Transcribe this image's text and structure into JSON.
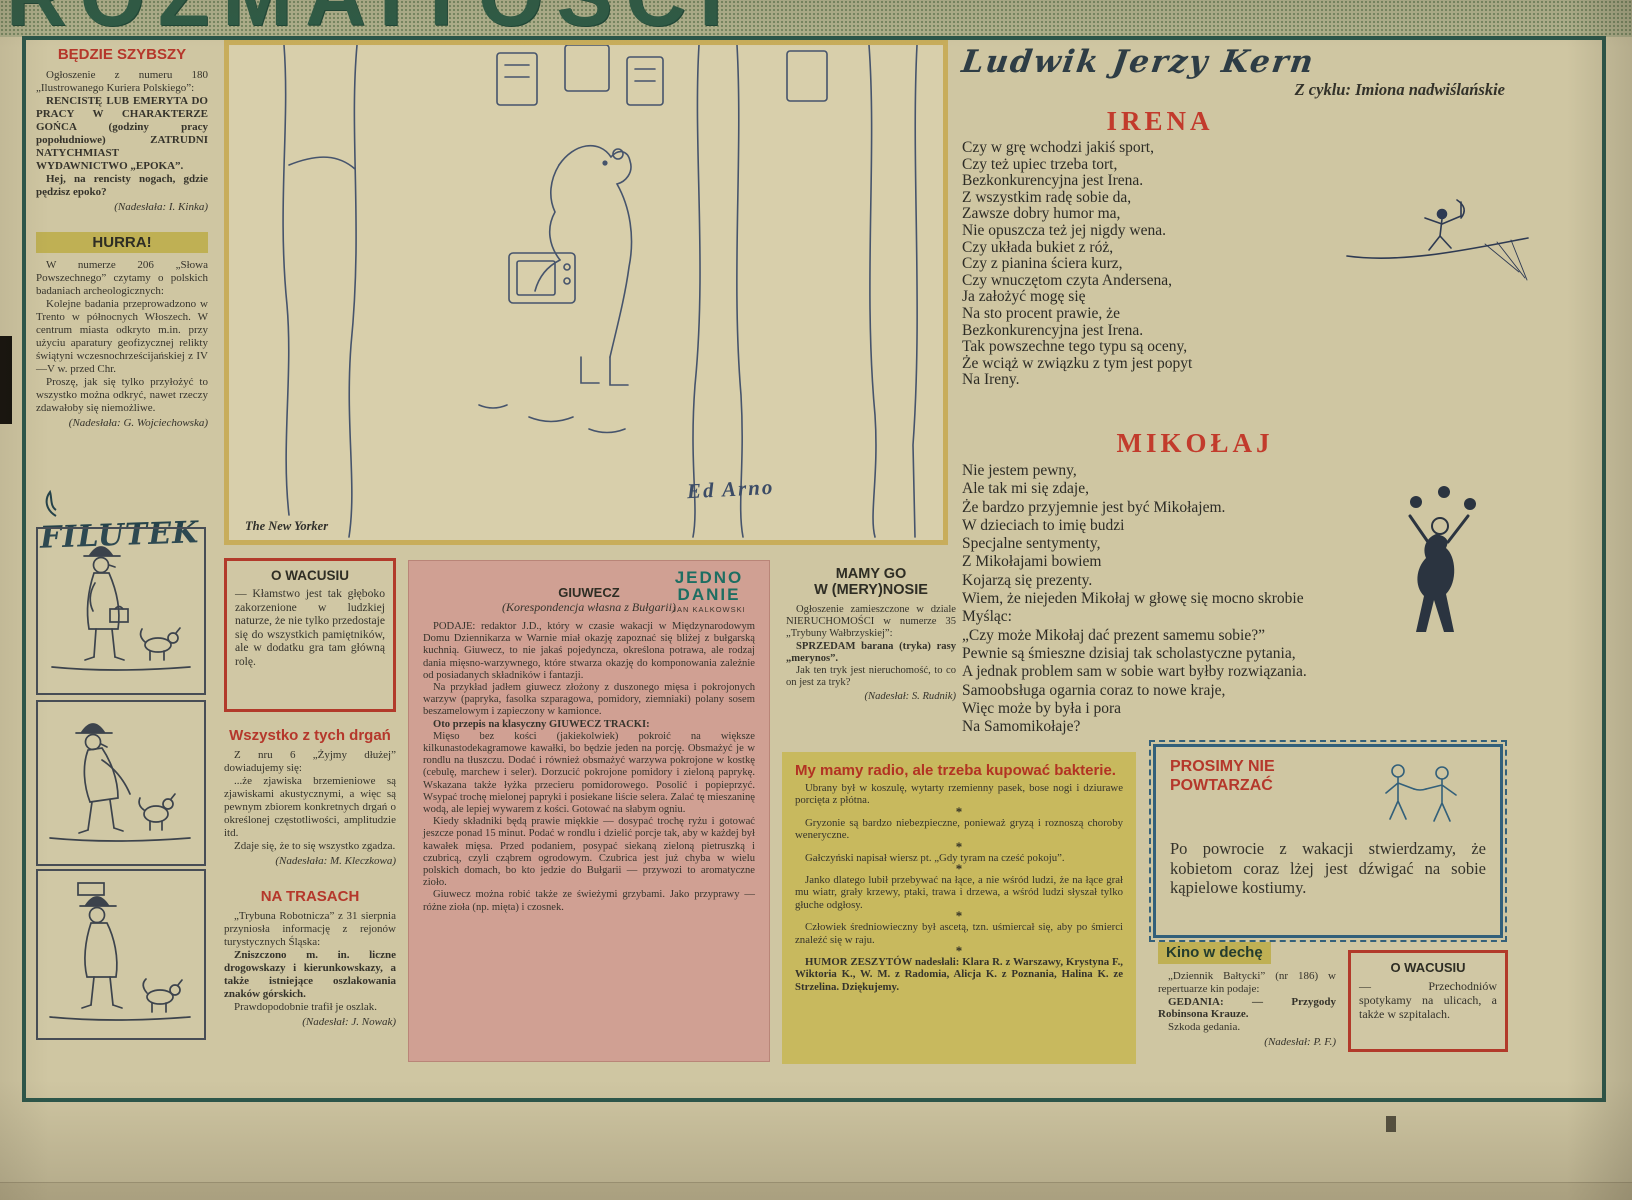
{
  "masthead": {
    "title": "ROZMAITOŚCI"
  },
  "left": {
    "bedzie": {
      "title": "BĘDZIE SZYBSZY",
      "p1": "Ogłoszenie z numeru 180 „Ilustrowanego Kuriera Polskiego”:",
      "p2": "RENCISTĘ LUB EMERYTA DO PRACY W CHARAKTERZE GOŃCA (godziny pracy popołudniowe) ZATRUDNI NATYCHMIAST WYDAWNICTWO „EPOKA”.",
      "p3": "Hej, na rencisty nogach, gdzie pędzisz epoko?",
      "credit": "(Nadesłała: I. Kinka)"
    },
    "hurra": {
      "title": "HURRA!",
      "p1": "W numerze 206 „Słowa Powszechnego” czytamy o polskich badaniach archeologicznych:",
      "p2": "Kolejne badania przeprowadzono w Trento w północnych Włoszech. W centrum miasta odkryto m.in. przy użyciu aparatury geofizycznej relikty świątyni wczesnochrześcijańskiej z IV—V w. przed Chr.",
      "p3": "Proszę, jak się tylko przyłożyć to wszystko można odkryć, nawet rzeczy zdawałoby się niemożliwe.",
      "credit": "(Nadesłała: G. Wojciechowska)"
    },
    "filutek": {
      "title": "FILUTEK"
    }
  },
  "cartoon": {
    "caption": "The New Yorker",
    "signature": "Ed Arno"
  },
  "wacusiu1": {
    "title": "O WACUSIU",
    "body": "— Kłamstwo jest tak głęboko zakorzenione w ludzkiej naturze, że nie tylko przedostaje się do wszystkich pamiętników, ale w dodatku gra tam główną rolę."
  },
  "drgania": {
    "title": "Wszystko z tych drgań",
    "p1": "Z nru 6 „Żyjmy dłużej” dowiadujemy się:",
    "p2": "...że zjawiska brzemieniowe są zjawiskami akustycznymi, a więc są pewnym zbiorem konkretnych drgań o określonej częstotliwości, amplitudzie itd.",
    "p3": "Zdaje się, że to się wszystko zgadza.",
    "credit": "(Nadesłała: M. Kleczkowa)"
  },
  "trasy": {
    "title": "NA TRASACH",
    "p1": "„Trybuna Robotnicza” z 31 sierpnia przyniosła informację z rejonów turystycznych Śląska:",
    "p2": "Zniszczono m. in. liczne drogowskazy i kierunkowskazy, a także istniejące oszlakowania znaków górskich.",
    "p3": "Prawdopodobnie trafił je oszlak.",
    "credit": "(Nadesłał: J. Nowak)"
  },
  "giuwecz": {
    "logo_line1": "JEDNO",
    "logo_line2": "DANIE",
    "logo_author": "JAN KALKOWSKI",
    "title": "GIUWECZ",
    "subtitle": "(Korespondencja własna z Bułgarii)",
    "paragraphs": [
      "PODAJE: redaktor J.D., który w czasie wakacji w Międzynarodowym Domu Dziennikarza w Warnie miał okazję zapoznać się bliżej z bułgarską kuchnią. Giuwecz, to nie jakaś pojedyncza, określona potrawa, ale rodzaj dania mięsno-warzywnego, które stwarza okazję do komponowania zależnie od posiadanych składników i fantazji.",
      "Na przykład jadłem giuwecz złożony z duszonego mięsa i pokrojonych warzyw (papryka, fasolka szparagowa, pomidory, ziemniaki) polany sosem beszamelowym i zapieczony w kamionce.",
      "Oto przepis na klasyczny GIUWECZ TRACKI:",
      "Mięso bez kości (jakiekolwiek) pokroić na większe kilkunastodekagramowe kawałki, bo będzie jeden na porcję. Obsmażyć je w rondlu na tłuszczu. Dodać i również obsmażyć warzywa pokrojone w kostkę (cebulę, marchew i seler). Dorzucić pokrojone pomidory i zieloną paprykę. Wskazana także łyżka przecieru pomidorowego. Posolić i popieprzyć. Wsypać trochę mielonej papryki i posiekane liście selera. Zalać tę mieszaninę wodą, ale lepiej wywarem z kości. Gotować na słabym ogniu.",
      "Kiedy składniki będą prawie miękkie — dosypać trochę ryżu i gotować jeszcze ponad 15 minut. Podać w rondlu i dzielić porcje tak, aby w każdej był kawałek mięsa. Przed podaniem, posypać siekaną zieloną pietruszką i czubricą, czyli cząbrem ogrodowym. Czubrica jest już chyba w wielu polskich domach, bo kto jedzie do Bułgarii — przywozi to aromatyczne zioło.",
      "Giuwecz można robić także ze świeżymi grzybami. Jako przyprawy — różne zioła (np. mięta) i czosnek."
    ]
  },
  "merynos": {
    "title1": "MAMY GO",
    "title2": "W (MERY)NOSIE",
    "p1": "Ogłoszenie zamieszczone w dziale NIERUCHOMOŚCI w numerze 35 „Trybuny Wałbrzyskiej”:",
    "p2": "SPRZEDAM barana (tryka) rasy „merynos”.",
    "p3": "Jak ten tryk jest nieruchomość, to co on jest za tryk?",
    "credit": "(Nadesłał: S. Rudnik)"
  },
  "radio": {
    "title": "My mamy radio, ale trzeba kupować bakterie.",
    "separator": "*",
    "items": [
      "Ubrany był w koszulę, wytarty rzemienny pasek, bose nogi i dziurawe porcięta z płótna.",
      "Gryzonie są bardzo niebezpieczne, ponieważ gryzą i roznoszą choroby weneryczne.",
      "Gałczyński napisał wiersz pt. „Gdy tyram na cześć pokoju”.",
      "Janko dlatego lubił przebywać na łące, a nie wśród ludzi, że na łące grał mu wiatr, grały krzewy, ptaki, trawa i drzewa, a wśród ludzi słyszał tylko głuche odgłosy.",
      "Człowiek średniowieczny był ascetą, tzn. uśmiercał się, aby po śmierci znaleźć się w raju.",
      "HUMOR ZESZYTÓW nadesłali: Klara R. z Warszawy, Krystyna F., Wiktoria K., W. M. z Radomia, Alicja K. z Poznania, Halina K. ze Strzelina. Dziękujemy."
    ]
  },
  "kern": {
    "author": "Ludwik Jerzy Kern",
    "series": "Z cyklu: Imiona nadwiślańskie",
    "irena": {
      "title": "IRENA",
      "lines": [
        "Czy w grę wchodzi jakiś sport,",
        "Czy też upiec trzeba tort,",
        "Bezkonkurencyjna jest Irena.",
        "Z wszystkim radę sobie da,",
        "Zawsze dobry humor ma,",
        "Nie opuszcza też jej nigdy wena.",
        "Czy układa bukiet z róż,",
        "Czy z pianina ściera kurz,",
        "Czy wnuczętom czyta Andersena,",
        "Ja założyć mogę się",
        "Na sto procent prawie, że",
        "Bezkonkurencyjna jest Irena.",
        "Tak powszechne tego typu są oceny,",
        "Że wciąż w związku z tym jest popyt",
        "Na Ireny."
      ]
    },
    "mikolaj": {
      "title": "MIKOŁAJ",
      "lines": [
        "Nie jestem pewny,",
        "Ale tak mi się zdaje,",
        "Że bardzo przyjemnie jest być Mikołajem.",
        "W dzieciach to imię budzi",
        "Specjalne sentymenty,",
        "Z Mikołajami bowiem",
        "Kojarzą się prezenty.",
        "Wiem, że niejeden Mikołaj w głowę się mocno skrobie",
        "Myśląc:",
        "„Czy może Mikołaj dać prezent samemu sobie?”",
        "Pewnie są śmieszne dzisiaj tak scholastyczne pytania,",
        "A jednak problem sam w sobie wart byłby rozwiązania.",
        "Samoobsługa ogarnia coraz to nowe kraje,",
        "Więc może by była i pora",
        "Na Samomikołaje?"
      ]
    }
  },
  "prosimy": {
    "title": "PROSIMY NIE POWTARZAĆ",
    "body": "Po powrocie z wakacji stwierdzamy, że kobietom coraz lżej jest dźwigać na sobie kąpielowe kostiumy."
  },
  "kino": {
    "title": "Kino w dechę",
    "p1": "„Dziennik Bałtycki” (nr 186) w repertuarze kin podaje:",
    "p2": "GEDANIA: — Przygody Robinsona Krauze.",
    "p3": "Szkoda gedania.",
    "credit": "(Nadesłał: P. F.)"
  },
  "wacusiu2": {
    "title": "O WACUSIU",
    "body": "— Przechodniów spotykamy na ulicach, a także w szpitalach."
  }
}
